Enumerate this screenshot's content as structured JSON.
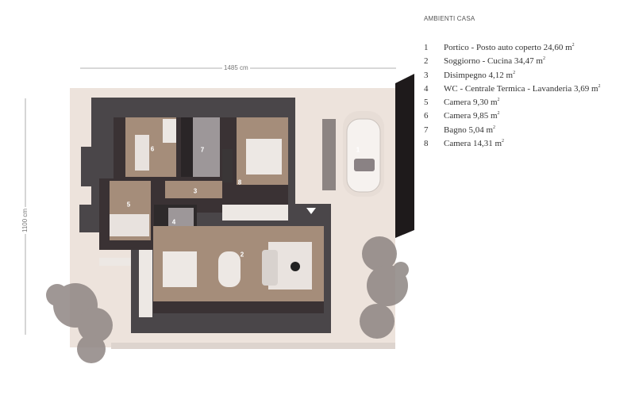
{
  "legend": {
    "title": "AMBIENTI CASA",
    "unit": "m",
    "unit_exp": "2",
    "items": [
      {
        "num": "1",
        "name": "Portico - Posto auto coperto",
        "area": "24,60"
      },
      {
        "num": "2",
        "name": "Soggiorno - Cucina",
        "area": "34,47"
      },
      {
        "num": "3",
        "name": "Disimpegno",
        "area": "4,12"
      },
      {
        "num": "4",
        "name": "WC - Centrale Termica - Lavanderia",
        "area": "3,69"
      },
      {
        "num": "5",
        "name": "Camera",
        "area": "9,30"
      },
      {
        "num": "6",
        "name": "Camera",
        "area": "9,85"
      },
      {
        "num": "7",
        "name": "Bagno",
        "area": "5,04"
      },
      {
        "num": "8",
        "name": "Camera",
        "area": "14,31"
      }
    ]
  },
  "dimensions": {
    "width": "1485 cm",
    "height": "1100 cm"
  },
  "colors": {
    "wall": "#4a4649",
    "wood": "#a58d7a",
    "ground": "#ede3dc",
    "tile": "#9d9799",
    "dark_floor": "#3a3234"
  }
}
